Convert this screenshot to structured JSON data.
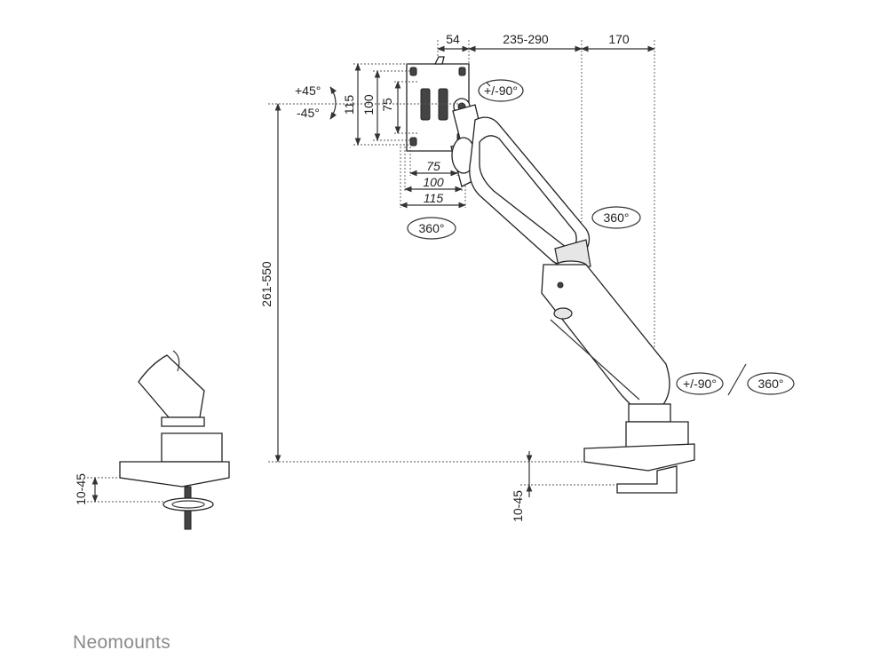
{
  "dimensions": {
    "top_offset": "54",
    "arm_reach": "235-290",
    "base_offset": "170",
    "vesa_height_115": "115",
    "vesa_height_100": "100",
    "vesa_height_75": "75",
    "vesa_width_75": "75",
    "vesa_width_100": "100",
    "vesa_width_115": "115",
    "height_range": "261-550",
    "desk_thickness_clamp": "10-45",
    "desk_thickness_grommet": "10-45"
  },
  "rotations": {
    "tilt_up": "+45°",
    "tilt_down": "-45°",
    "vesa_rotate": "+/-90°",
    "swivel_head": "360°",
    "swivel_elbow": "360°",
    "base_rotate": "+/-90°",
    "base_swivel": "360°"
  },
  "brand": {
    "name": "Neomounts"
  }
}
